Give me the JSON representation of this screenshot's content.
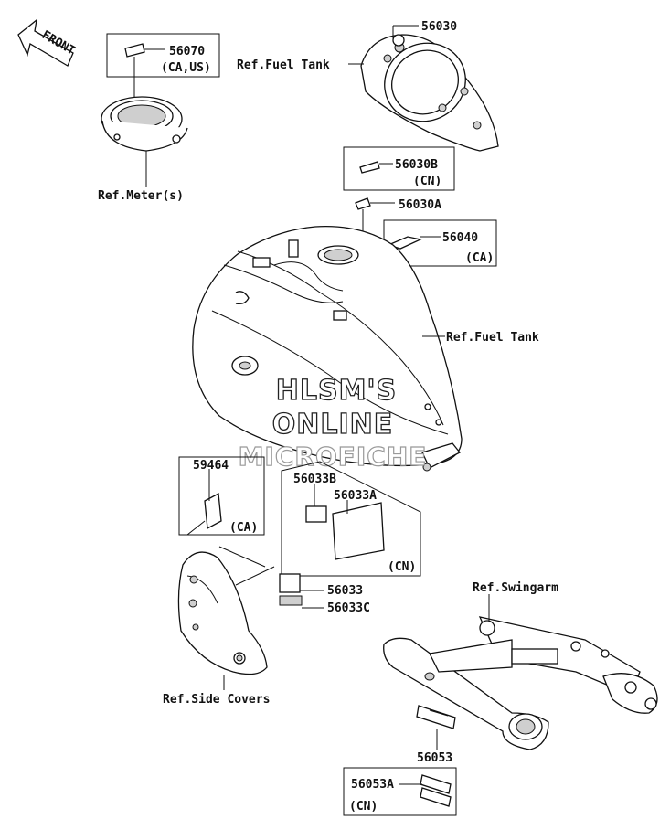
{
  "watermark": [
    "HLSM'S",
    "ONLINE",
    "MICROFICHE"
  ],
  "front_label": "FRONT",
  "parts": {
    "p56030": "56030",
    "p56070": "56070",
    "p56070_region": "(CA,US)",
    "p56030B": "56030B",
    "p56030B_region": "(CN)",
    "p56030A": "56030A",
    "p56040": "56040",
    "p56040_region": "(CA)",
    "p59464": "59464",
    "p59464_region": "(CA)",
    "p56033B": "56033B",
    "p56033A": "56033A",
    "p56033AB_region": "(CN)",
    "p56033": "56033",
    "p56033C": "56033C",
    "p56053": "56053",
    "p56053A": "56053A",
    "p56053A_region": "(CN)"
  },
  "refs": {
    "fuel_tank_top": "Ref.Fuel Tank",
    "meter": "Ref.Meter(s)",
    "fuel_tank": "Ref.Fuel Tank",
    "swingarm": "Ref.Swingarm",
    "side_covers": "Ref.Side Covers"
  }
}
